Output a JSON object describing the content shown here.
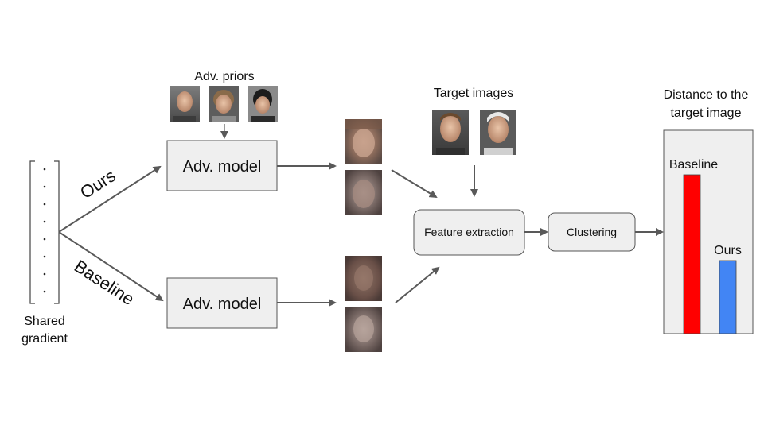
{
  "labels": {
    "adv_priors": "Adv. priors",
    "target_images": "Target images",
    "distance_line1": "Distance to the",
    "distance_line2": "target image",
    "ours_path": "Ours",
    "baseline_path": "Baseline",
    "shared_line1": "Shared",
    "shared_line2": "gradient",
    "adv_model_top": "Adv. model",
    "adv_model_bottom": "Adv. model",
    "feature_extraction": "Feature extraction",
    "clustering": "Clustering"
  },
  "chart_data": {
    "type": "bar",
    "categories": [
      "Baseline",
      "Ours"
    ],
    "values": [
      1.0,
      0.46
    ],
    "colors": [
      "#ff0000",
      "#4285f4"
    ],
    "note_scale": "relative (no axis printed)"
  },
  "colors": {
    "box_fill": "#efefef",
    "box_stroke": "#555555",
    "arrow": "#595959"
  }
}
